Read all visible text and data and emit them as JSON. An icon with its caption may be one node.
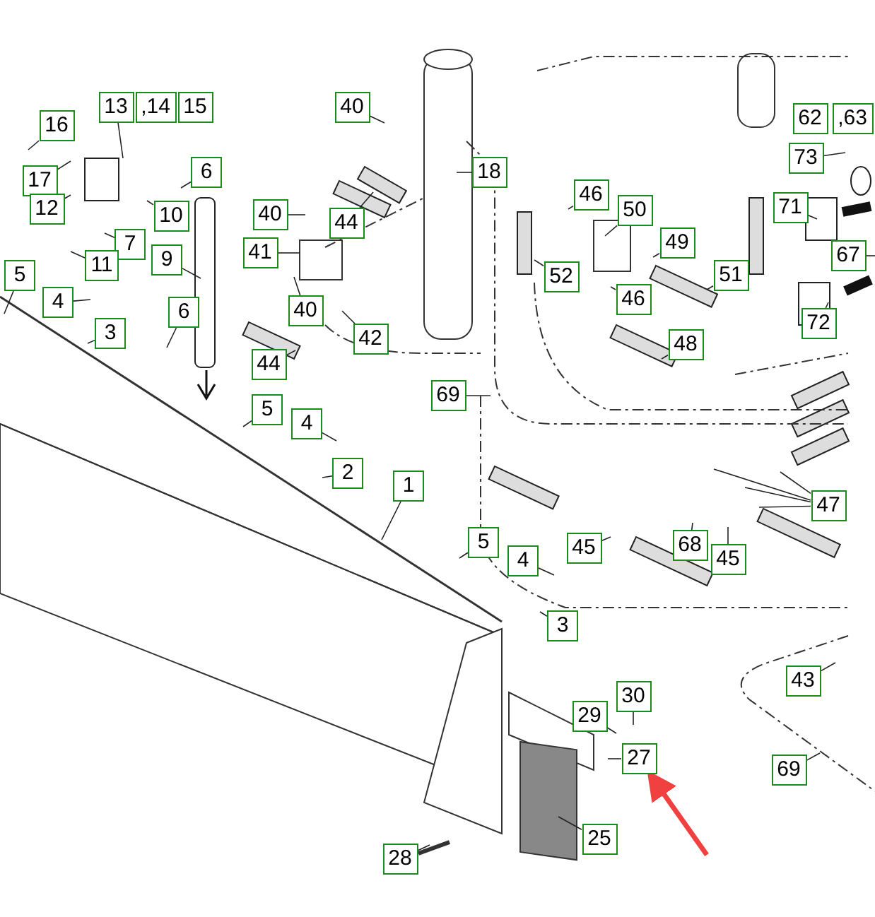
{
  "diagram": {
    "nodes": [
      {
        "text": [
          "16"
        ]
      },
      {
        "text": [
          "13"
        ]
      },
      {
        "text": [
          ",14"
        ]
      },
      {
        "text": [
          "15"
        ]
      },
      {
        "text": [
          "17"
        ]
      },
      {
        "text": [
          "12"
        ]
      },
      {
        "text": [
          "6"
        ]
      },
      {
        "text": [
          "10"
        ]
      },
      {
        "text": [
          "7"
        ]
      },
      {
        "text": [
          "11"
        ]
      },
      {
        "text": [
          "9"
        ]
      },
      {
        "text": [
          "5"
        ]
      },
      {
        "text": [
          "4"
        ]
      },
      {
        "text": [
          "3"
        ]
      },
      {
        "text": [
          "6"
        ]
      },
      {
        "text": [
          "40"
        ]
      },
      {
        "text": [
          "18"
        ]
      },
      {
        "text": [
          "40"
        ]
      },
      {
        "text": [
          "44"
        ]
      },
      {
        "text": [
          "41"
        ]
      },
      {
        "text": [
          "40"
        ]
      },
      {
        "text": [
          "42"
        ]
      },
      {
        "text": [
          "44"
        ]
      },
      {
        "text": [
          "46"
        ]
      },
      {
        "text": [
          "50"
        ]
      },
      {
        "text": [
          "49"
        ]
      },
      {
        "text": [
          "52"
        ]
      },
      {
        "text": [
          "51"
        ]
      },
      {
        "text": [
          "46"
        ]
      },
      {
        "text": [
          "48"
        ]
      },
      {
        "text": [
          "62"
        ]
      },
      {
        "text": [
          ",63"
        ]
      },
      {
        "text": [
          "73"
        ]
      },
      {
        "text": [
          "71"
        ]
      },
      {
        "text": [
          "67"
        ]
      },
      {
        "text": [
          "72"
        ]
      },
      {
        "text": [
          "69"
        ]
      },
      {
        "text": [
          "5"
        ]
      },
      {
        "text": [
          "4"
        ]
      },
      {
        "text": [
          "2"
        ]
      },
      {
        "text": [
          "1"
        ]
      },
      {
        "text": [
          "47"
        ]
      },
      {
        "text": [
          "5"
        ]
      },
      {
        "text": [
          "4"
        ]
      },
      {
        "text": [
          "45"
        ]
      },
      {
        "text": [
          "68"
        ]
      },
      {
        "text": [
          "45"
        ]
      },
      {
        "text": [
          "3"
        ]
      },
      {
        "text": [
          "43"
        ]
      },
      {
        "text": [
          "30"
        ]
      },
      {
        "text": [
          "29"
        ]
      },
      {
        "text": [
          "27"
        ]
      },
      {
        "text": [
          "69"
        ]
      },
      {
        "text": [
          "28"
        ]
      },
      {
        "text": [
          "25"
        ]
      }
    ],
    "edges": [
      {
        "from": 0,
        "to": null,
        "arrow": "none"
      },
      {
        "from": 1,
        "to": null,
        "arrow": "none"
      },
      {
        "from": 4,
        "to": null,
        "arrow": "none"
      },
      {
        "from": 5,
        "to": null,
        "arrow": "none"
      },
      {
        "from": 6,
        "to": null,
        "arrow": "none"
      },
      {
        "from": 7,
        "to": null,
        "arrow": "none"
      },
      {
        "from": 8,
        "to": null,
        "arrow": "none"
      },
      {
        "from": 9,
        "to": null,
        "arrow": "none"
      },
      {
        "from": 10,
        "to": null,
        "arrow": "none"
      },
      {
        "from": 11,
        "to": null,
        "arrow": "none"
      },
      {
        "from": 12,
        "to": null,
        "arrow": "none"
      },
      {
        "from": 13,
        "to": null,
        "arrow": "none"
      },
      {
        "from": 14,
        "to": null,
        "arrow": "none"
      },
      {
        "from": 15,
        "to": null,
        "arrow": "none"
      },
      {
        "from": 16,
        "to": null,
        "arrow": "none"
      },
      {
        "from": 17,
        "to": null,
        "arrow": "none"
      },
      {
        "from": 18,
        "to": null,
        "arrow": "none"
      },
      {
        "from": 19,
        "to": null,
        "arrow": "none"
      },
      {
        "from": 20,
        "to": null,
        "arrow": "none"
      },
      {
        "from": 21,
        "to": null,
        "arrow": "none"
      },
      {
        "from": 22,
        "to": null,
        "arrow": "none"
      },
      {
        "from": 23,
        "to": null,
        "arrow": "none"
      },
      {
        "from": 24,
        "to": null,
        "arrow": "none"
      },
      {
        "from": 25,
        "to": null,
        "arrow": "none"
      },
      {
        "from": 26,
        "to": null,
        "arrow": "none"
      },
      {
        "from": 27,
        "to": null,
        "arrow": "none"
      },
      {
        "from": 28,
        "to": null,
        "arrow": "none"
      },
      {
        "from": 29,
        "to": null,
        "arrow": "none"
      },
      {
        "from": 32,
        "to": null,
        "arrow": "none"
      },
      {
        "from": 33,
        "to": null,
        "arrow": "none"
      },
      {
        "from": 34,
        "to": null,
        "arrow": "none"
      },
      {
        "from": 35,
        "to": null,
        "arrow": "none"
      },
      {
        "from": 36,
        "to": null,
        "arrow": "none"
      },
      {
        "from": 37,
        "to": null,
        "arrow": "none"
      },
      {
        "from": 38,
        "to": null,
        "arrow": "none"
      },
      {
        "from": 39,
        "to": null,
        "arrow": "none"
      },
      {
        "from": 40,
        "to": null,
        "arrow": "none"
      },
      {
        "from": 41,
        "to": null,
        "arrow": "none"
      },
      {
        "from": 41,
        "to": null,
        "arrow": "none"
      },
      {
        "from": 41,
        "to": null,
        "arrow": "none"
      },
      {
        "from": 41,
        "to": null,
        "arrow": "none"
      },
      {
        "from": 42,
        "to": null,
        "arrow": "none"
      },
      {
        "from": 43,
        "to": null,
        "arrow": "none"
      },
      {
        "from": 44,
        "to": null,
        "arrow": "none"
      },
      {
        "from": 45,
        "to": null,
        "arrow": "none"
      },
      {
        "from": 46,
        "to": null,
        "arrow": "none"
      },
      {
        "from": 47,
        "to": null,
        "arrow": "none"
      },
      {
        "from": 48,
        "to": null,
        "arrow": "none"
      },
      {
        "from": 49,
        "to": null,
        "arrow": "none"
      },
      {
        "from": 50,
        "to": null,
        "arrow": "none"
      },
      {
        "from": 51,
        "to": null,
        "arrow": "none"
      },
      {
        "from": 52,
        "to": null,
        "arrow": "none"
      },
      {
        "from": 53,
        "to": null,
        "arrow": "none"
      },
      {
        "from": 54,
        "to": null,
        "arrow": "none"
      },
      {
        "from": null,
        "to": 51,
        "arrow": "to",
        "style": "thick",
        "color": "#f04040"
      }
    ]
  }
}
